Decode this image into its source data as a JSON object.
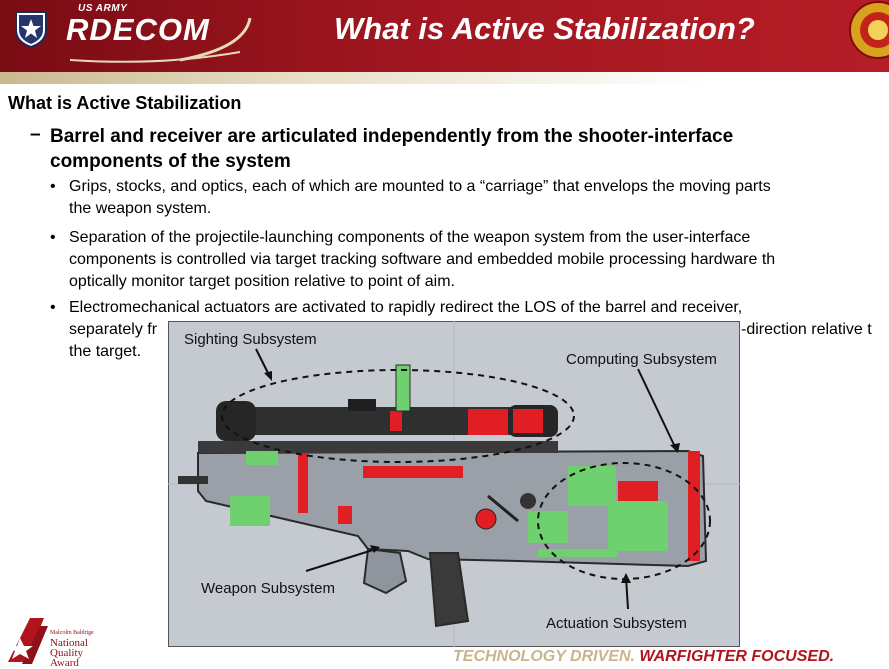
{
  "header": {
    "org_small": "US ARMY",
    "org_name": "RDECOM",
    "title": "What is Active Stabilization?"
  },
  "content": {
    "heading": "What is Active Stabilization",
    "dash": "–",
    "subheading_line1": "Barrel and receiver are articulated independently from the shooter-interface",
    "subheading_line2": "components of the system",
    "bullets": [
      {
        "marker": "•",
        "lines": [
          "Grips, stocks, and optics, each of which are mounted to a “carriage” that envelops the moving parts",
          "the weapon system."
        ]
      },
      {
        "marker": "•",
        "lines": [
          "Separation of the projectile-launching components of the weapon system from the user-interface",
          "components is controlled via target tracking software and embedded mobile processing hardware th",
          "optically monitor target position relative to point of aim."
        ]
      },
      {
        "marker": "•",
        "lines": [
          "Electromechanical actuators are activated to rapidly redirect the LOS of the barrel and receiver,",
          "separately fr",
          "the target."
        ],
        "line2_tail": "-direction relative t"
      }
    ]
  },
  "figure": {
    "labels": {
      "sighting": "Sighting Subsystem",
      "computing": "Computing Subsystem",
      "weapon": "Weapon Subsystem",
      "actuation": "Actuation Subsystem"
    }
  },
  "footer": {
    "tagline_part1": "TECHNOLOGY DRIVEN.",
    "tagline_part2": "WARFIGHTER FOCUSED.",
    "award_line1": "Malcolm Baldrige",
    "award_line2": "National",
    "award_line3": "Quality",
    "award_line4": "Award"
  },
  "colors": {
    "header_red": "#a01620",
    "accent_red": "#e01e24",
    "component_green": "#6fd06f",
    "figure_bg": "#c5cad1"
  }
}
